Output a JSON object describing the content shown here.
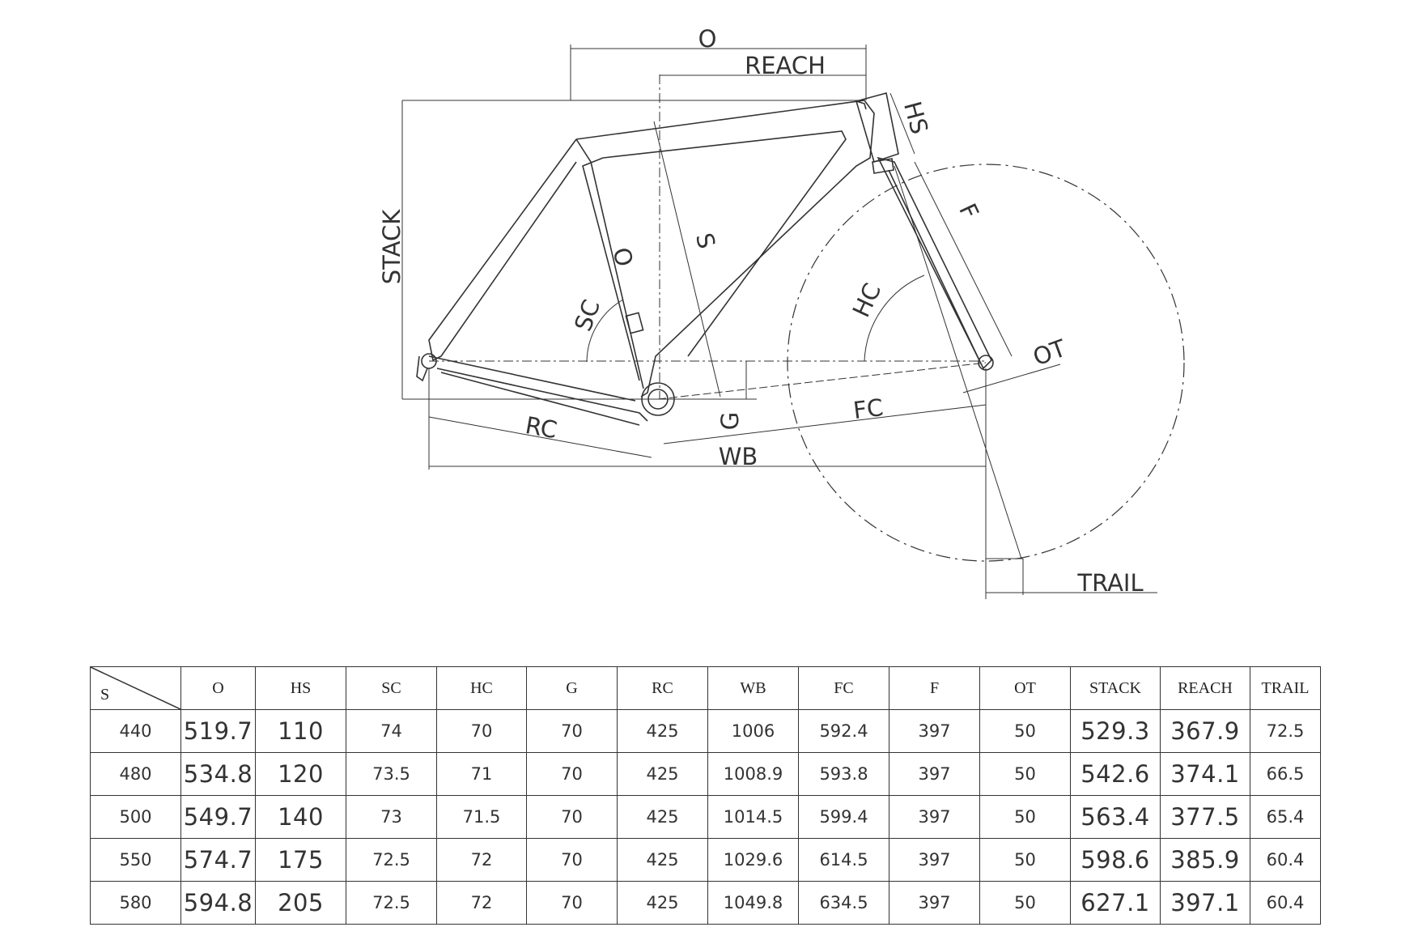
{
  "diagram": {
    "labels": {
      "o": "O",
      "reach": "REACH",
      "stack": "STACK",
      "hs": "HS",
      "f": "F",
      "s": "S",
      "sc": "SC",
      "hc": "HC",
      "ot": "OT",
      "fc": "FC",
      "rc": "RC",
      "g": "G",
      "wb": "WB",
      "trail": "TRAIL"
    }
  },
  "table": {
    "corner_label": "S",
    "columns": [
      "O",
      "HS",
      "SC",
      "HC",
      "G",
      "RC",
      "WB",
      "FC",
      "F",
      "OT",
      "STACK",
      "REACH",
      "TRAIL"
    ],
    "rows": [
      {
        "size": "440",
        "values": [
          "519.7",
          "110",
          "74",
          "70",
          "70",
          "425",
          "1006",
          "592.4",
          "397",
          "50",
          "529.3",
          "367.9",
          "72.5"
        ]
      },
      {
        "size": "480",
        "values": [
          "534.8",
          "120",
          "73.5",
          "71",
          "70",
          "425",
          "1008.9",
          "593.8",
          "397",
          "50",
          "542.6",
          "374.1",
          "66.5"
        ]
      },
      {
        "size": "500",
        "values": [
          "549.7",
          "140",
          "73",
          "71.5",
          "70",
          "425",
          "1014.5",
          "599.4",
          "397",
          "50",
          "563.4",
          "377.5",
          "65.4"
        ]
      },
      {
        "size": "550",
        "values": [
          "574.7",
          "175",
          "72.5",
          "72",
          "70",
          "425",
          "1029.6",
          "614.5",
          "397",
          "50",
          "598.6",
          "385.9",
          "60.4"
        ]
      },
      {
        "size": "580",
        "values": [
          "594.8",
          "205",
          "72.5",
          "72",
          "70",
          "425",
          "1049.8",
          "634.5",
          "397",
          "50",
          "627.1",
          "397.1",
          "60.4"
        ]
      }
    ]
  }
}
